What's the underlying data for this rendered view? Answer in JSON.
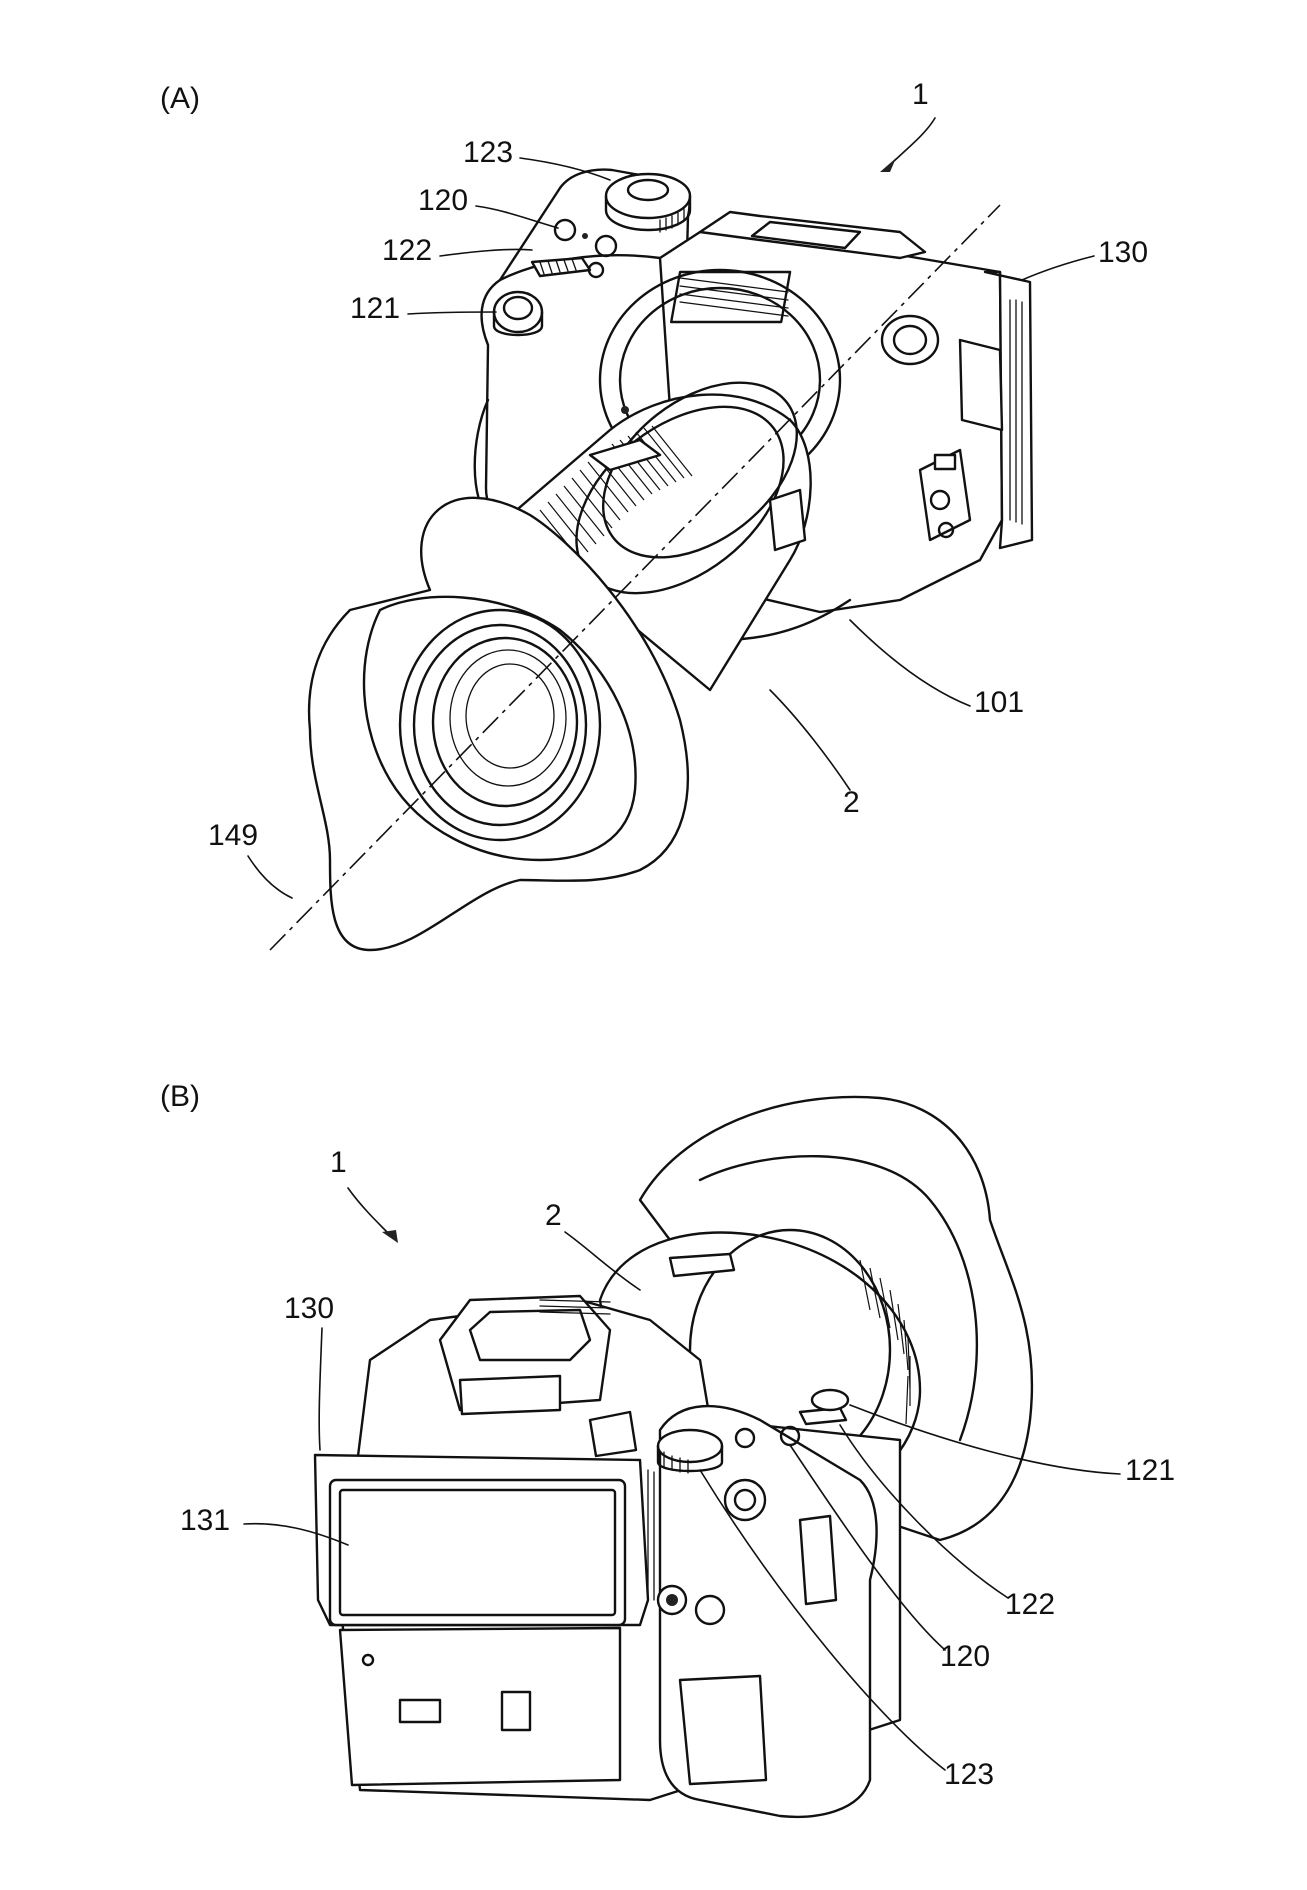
{
  "figure": {
    "panel_a": {
      "label": "(A)",
      "callouts": {
        "device": "1",
        "c123": "123",
        "c120": "120",
        "c122": "122",
        "c121": "121",
        "c130": "130",
        "c101": "101",
        "lens": "2",
        "axis": "149"
      }
    },
    "panel_b": {
      "label": "(B)",
      "callouts": {
        "device": "1",
        "lens": "2",
        "c130": "130",
        "c131": "131",
        "c121": "121",
        "c122": "122",
        "c120": "120",
        "c123": "123"
      }
    }
  }
}
